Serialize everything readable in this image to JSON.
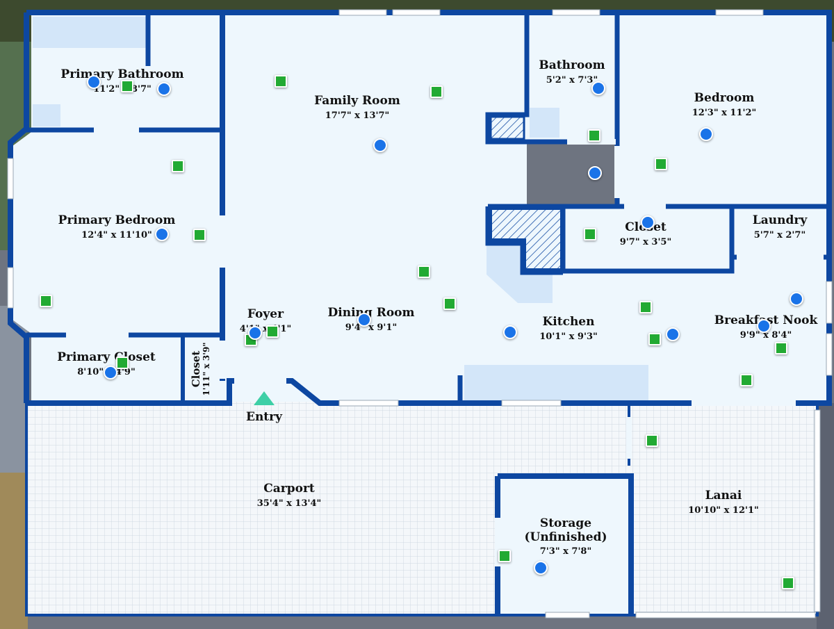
{
  "rooms": {
    "primary_bathroom": {
      "name": "Primary Bathroom",
      "dims": "11'2\" x 8'7\""
    },
    "family_room": {
      "name": "Family Room",
      "dims": "17'7\" x 13'7\""
    },
    "bathroom": {
      "name": "Bathroom",
      "dims": "5'2\" x 7'3\""
    },
    "bedroom": {
      "name": "Bedroom",
      "dims": "12'3\" x 11'2\""
    },
    "primary_bedroom": {
      "name": "Primary Bedroom",
      "dims": "12'4\" x 11'10\""
    },
    "closet_main": {
      "name": "Closet",
      "dims": "9'7\" x 3'5\""
    },
    "laundry": {
      "name": "Laundry",
      "dims": "5'7\" x 2'7\""
    },
    "foyer": {
      "name": "Foyer",
      "dims": "4'1\" x 4'1\""
    },
    "dining_room": {
      "name": "Dining Room",
      "dims": "9'4\" x 9'1\""
    },
    "kitchen": {
      "name": "Kitchen",
      "dims": "10'1\" x 9'3\""
    },
    "breakfast_nook": {
      "name": "Breakfast Nook",
      "dims": "9'9\" x 8'4\""
    },
    "primary_closet": {
      "name": "Primary Closet",
      "dims": "8'10\" x 4'9\""
    },
    "closet_small": {
      "name": "Closet",
      "dims": "1'11\" x 3'9\""
    },
    "carport": {
      "name": "Carport",
      "dims": "35'4\" x 13'4\""
    },
    "storage": {
      "name": "Storage (Unfinished)",
      "dims": "7'3\" x 7'8\""
    },
    "lanai": {
      "name": "Lanai",
      "dims": "10'10\" x 12'1\""
    }
  },
  "entry": {
    "label": "Entry"
  },
  "colors": {
    "wall": "#0d47a1",
    "floor": "#eef7fd",
    "photo_marker": "#22aa33",
    "panorama_marker": "#1a73e8",
    "entry_marker": "#3ecfa6"
  },
  "icons": {
    "photo": "photo-marker-icon",
    "panorama": "panorama-marker-icon",
    "entry": "entry-arrow-icon"
  }
}
